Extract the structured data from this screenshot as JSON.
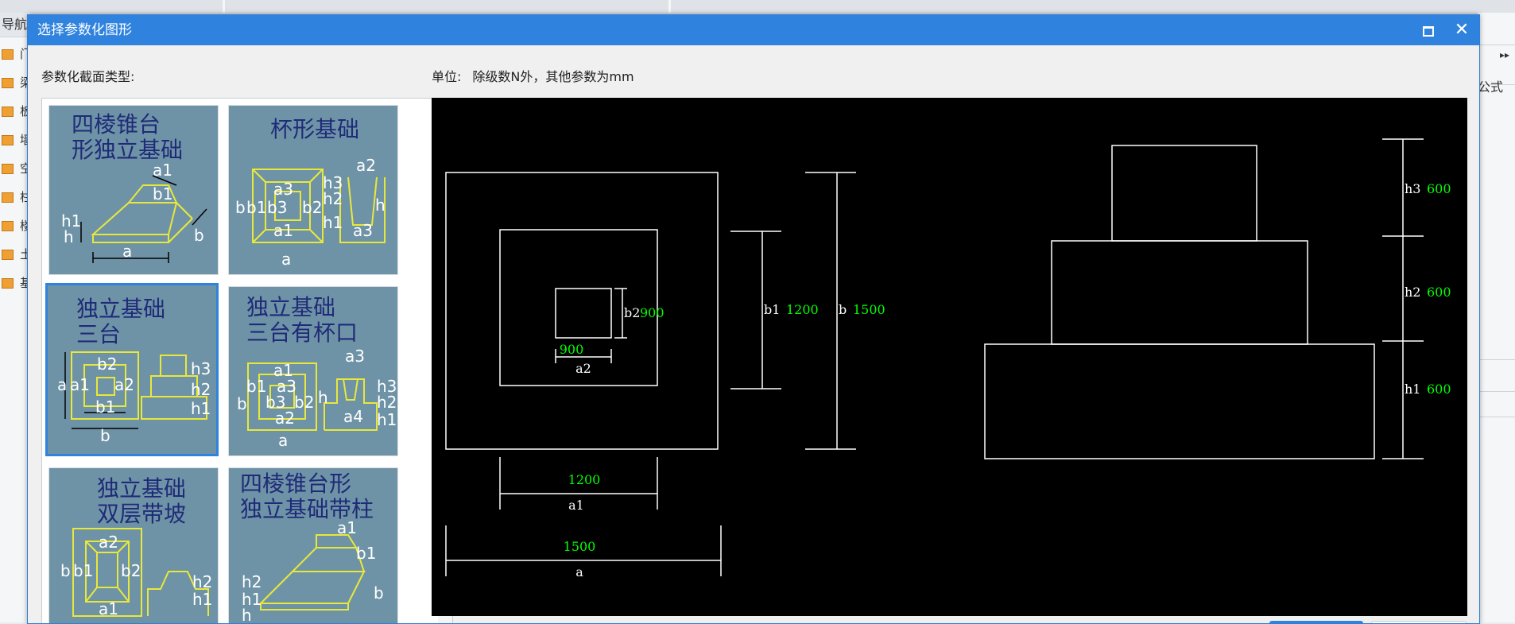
{
  "background": {
    "nav_header": "导航",
    "nav_items": [
      "门",
      "梁",
      "板",
      "墙",
      "空",
      "柱",
      "楼",
      "土",
      "基"
    ],
    "right_panel_text": "公式",
    "right_arrow": "▸▸"
  },
  "dialog": {
    "title": "选择参数化图形",
    "maximize_icon": "maximize-icon",
    "close_icon": "close-icon",
    "close_glyph": "✕",
    "section_label": "参数化截面类型:",
    "unit_label": "单位:",
    "unit_value": "除级数N外，其他参数为mm"
  },
  "thumbnails": [
    {
      "title": "四棱锥台\n形独立基础",
      "labels": [
        "a1",
        "b1",
        "h1",
        "h",
        "b",
        "a"
      ]
    },
    {
      "title": "杯形基础",
      "labels": [
        "a2",
        "b",
        "b1",
        "b3",
        "a3",
        "b2",
        "h3",
        "h2",
        "h1",
        "h",
        "a1",
        "a3",
        "a"
      ]
    },
    {
      "title": "独立基础\n三台",
      "labels": [
        "b2",
        "a",
        "a1",
        "a2",
        "b1",
        "b",
        "h3",
        "h2",
        "h1"
      ],
      "selected": true
    },
    {
      "title": "独立基础\n三台有杯口",
      "labels": [
        "a3",
        "a1",
        "b1",
        "a3",
        "b",
        "b3",
        "b2",
        "h",
        "a2",
        "h3",
        "h2",
        "h1",
        "a4",
        "a"
      ]
    },
    {
      "title": "独立基础\n双层带坡",
      "labels": [
        "a2",
        "b",
        "b1",
        "b2",
        "a1",
        "h2",
        "h1"
      ]
    },
    {
      "title": "四棱锥台形\n独立基础带柱",
      "labels": [
        "a1",
        "b1",
        "h2",
        "h1",
        "h",
        "b"
      ]
    }
  ],
  "drawing": {
    "plan": {
      "a1": {
        "label": "a1",
        "value": "1200"
      },
      "a": {
        "label": "a",
        "value": "1500"
      },
      "a2": {
        "label": "a2",
        "value": "900"
      },
      "b2": {
        "label": "b2",
        "value": "900"
      },
      "b1": {
        "label": "b1",
        "value": "1200"
      },
      "b": {
        "label": "b",
        "value": "1500"
      }
    },
    "elevation": {
      "h3": {
        "label": "h3",
        "value": "600"
      },
      "h2": {
        "label": "h2",
        "value": "600"
      },
      "h1": {
        "label": "h1",
        "value": "600"
      }
    },
    "colors": {
      "line": "#ffffff",
      "value": "#00ff00",
      "background": "#000000"
    }
  },
  "colors": {
    "accent": "#2f83de",
    "thumb_bg": "#6f93a6",
    "thumb_line": "#e8e83a",
    "thumb_title": "#1f2b78"
  }
}
